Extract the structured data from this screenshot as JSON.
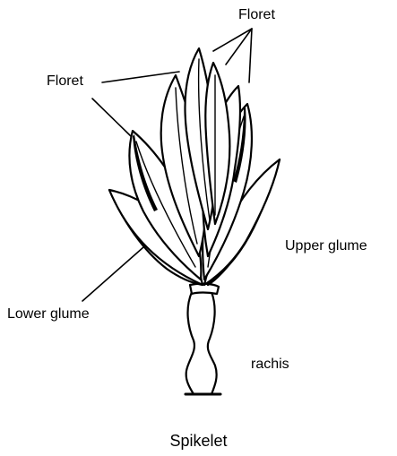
{
  "labels": {
    "floret_top": "Floret",
    "floret_left": "Floret",
    "upper_glume": "Upper glume",
    "lower_glume": "Lower glume",
    "rachis": "rachis"
  },
  "caption": "Spikelet",
  "colors": {
    "ink": "#000000",
    "background": "#ffffff"
  }
}
